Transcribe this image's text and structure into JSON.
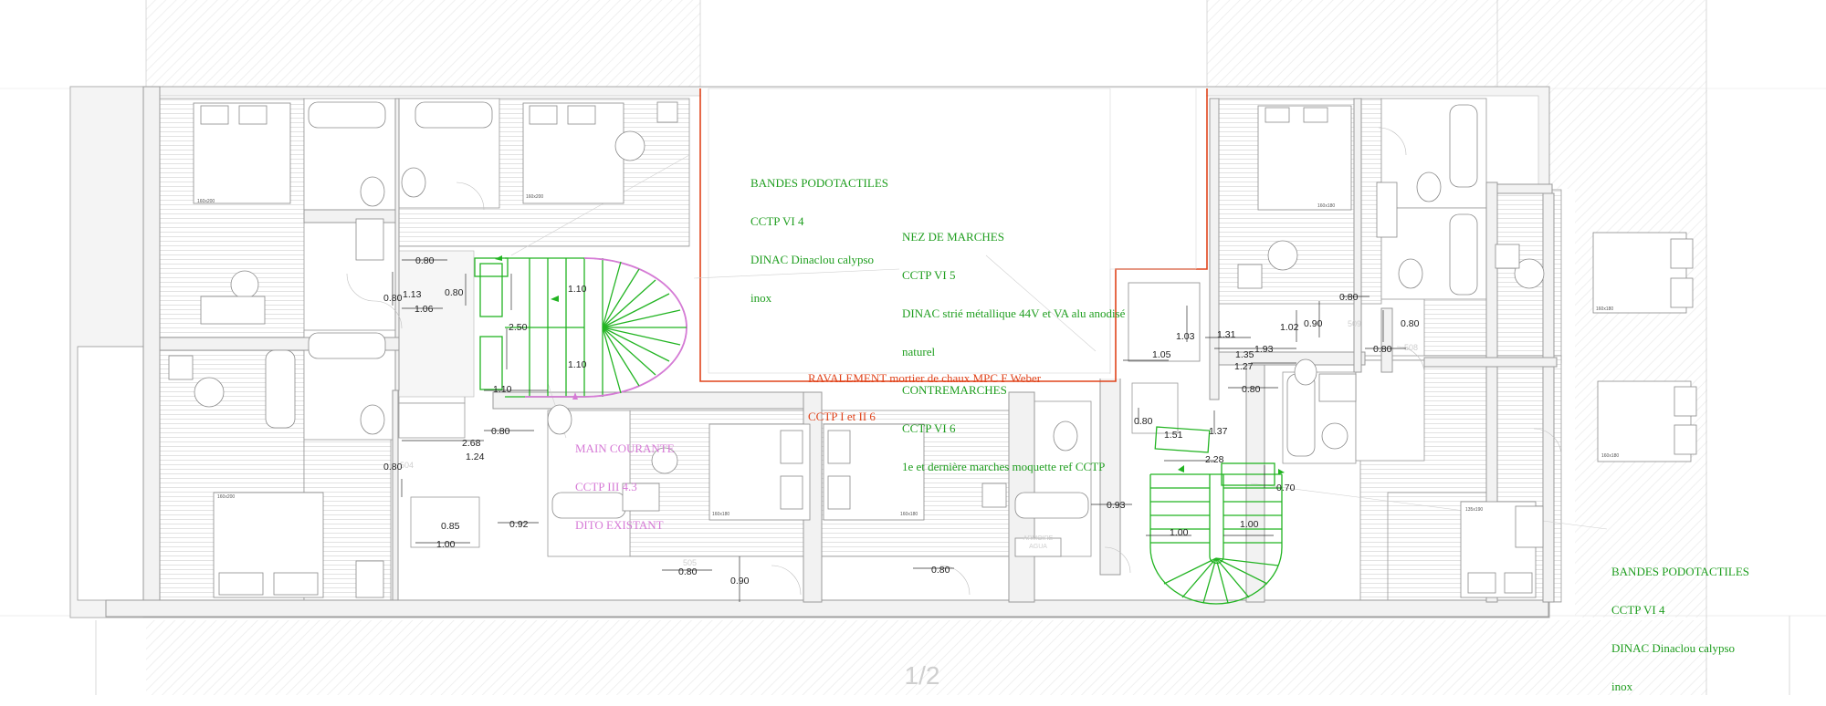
{
  "annotations": {
    "podotactiles_top": [
      "BANDES PODOTACTILES",
      "CCTP VI 4",
      "DINAC Dinaclou calypso",
      "inox"
    ],
    "nez_marches": [
      "NEZ DE MARCHES",
      "CCTP VI 5",
      "DINAC strié métallique 44V et VA alu anodisé",
      "naturel",
      "CONTREMARCHES",
      "CCTP VI 6",
      "1e et dernière marches moquette ref CCTP"
    ],
    "ravalement": [
      "RAVALEMENT mortier de chaux MPC F Weber",
      "CCTP I et II 6"
    ],
    "main_courante": [
      "MAIN COURANTE",
      "CCTP III 4.3",
      "DITO EXISTANT"
    ],
    "podotactiles_right": [
      "BANDES PODOTACTILES",
      "CCTP VI 4",
      "DINAC Dinaclou calypso",
      "inox"
    ]
  },
  "dimensions": {
    "d1": "0.80",
    "d2": "1.13",
    "d3": "0.80",
    "d4": "0.80",
    "d5": "1.06",
    "d6": "1.10",
    "d7": "2.50",
    "d8": "1.10",
    "d9": "1.10",
    "d10": "2.68",
    "d11": "0.80",
    "d12": "1.24",
    "d13": "0.80",
    "d14": "0.85",
    "d15": "1.00",
    "d16": "0.92",
    "d17": "0.80",
    "d18": "0.90",
    "d19": "0.80",
    "d20": "0.93",
    "d21": "1.05",
    "d22": "1.03",
    "d23": "1.31",
    "d24": "1.93",
    "d25": "1.02",
    "d26": "0.90",
    "d27": "0.80",
    "d28": "1.35",
    "d29": "1.27",
    "d30": "0.80",
    "d31": "0.80",
    "d32": "0.80",
    "d33": "1.51",
    "d34": "1.37",
    "d35": "2.28",
    "d36": "0.70",
    "d37": "1.00",
    "d38": "1.00",
    "d39": "0.80"
  },
  "bed_labels": {
    "b1": "160x200",
    "b2": "160x200",
    "b3": "160x200",
    "b4": "160x180",
    "b5": "160x180",
    "b6": "160x180",
    "b7": "160x180",
    "b8": "160x180",
    "b9": "135x190"
  },
  "room_labels": {
    "armoire": "ARMOIRE",
    "armoire_sub": "AGUA",
    "r1": "509",
    "r2": "508",
    "r3": "504",
    "r4": "505"
  },
  "page_number": "1/2",
  "colors": {
    "annotation_green": "#1f9e1f",
    "annotation_red": "#e0441c",
    "annotation_pink": "#d67ad6",
    "stair_green": "#22b422"
  }
}
